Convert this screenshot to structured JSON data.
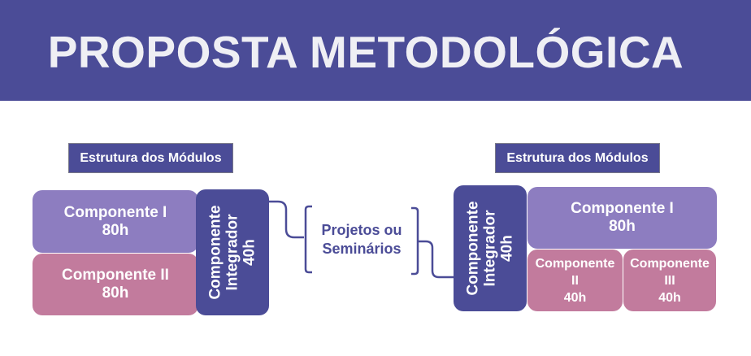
{
  "title": "PROPOSTA METODOLÓGICA",
  "left": {
    "label": "Estrutura dos Módulos",
    "comp1": {
      "name": "Componente I",
      "hours": "80h"
    },
    "comp2": {
      "name": "Componente II",
      "hours": "80h"
    },
    "integrator": {
      "line1": "Componente",
      "line2": "Integrador",
      "hours": "40h"
    }
  },
  "middle": {
    "line1": "Projetos ou",
    "line2": "Seminários"
  },
  "right": {
    "label": "Estrutura dos Módulos",
    "comp1": {
      "name": "Componente I",
      "hours": "80h"
    },
    "comp2": {
      "name": "Componente",
      "numeral": "II",
      "hours": "40h"
    },
    "comp3": {
      "name": "Componente",
      "numeral": "III",
      "hours": "40h"
    },
    "integrator": {
      "line1": "Componente",
      "line2": "Integrador",
      "hours": "40h"
    }
  },
  "colors": {
    "primary": "#4b4c97",
    "lavender": "#8d7dc0",
    "pink": "#c27b9d"
  }
}
